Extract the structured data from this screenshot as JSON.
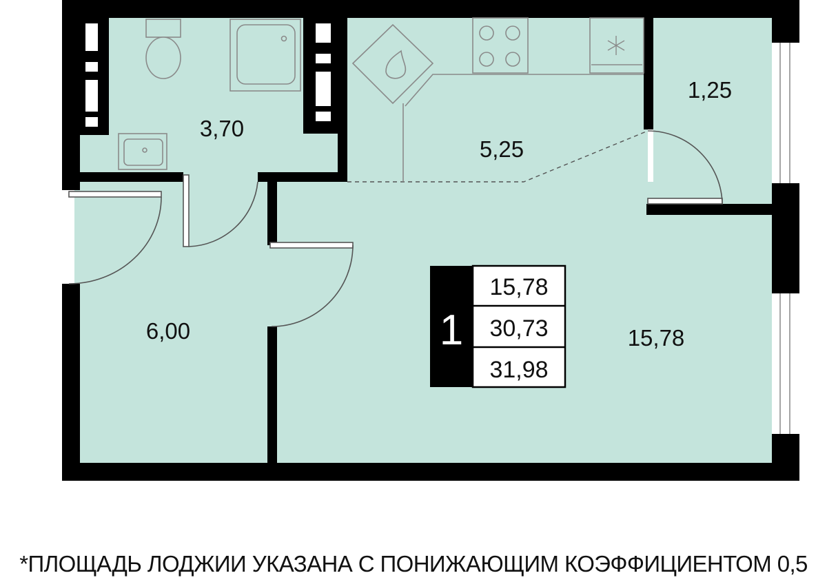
{
  "plan": {
    "floor_color": "#c4e4dc",
    "wall_color": "#000000",
    "rooms": {
      "bathroom_area": "3,70",
      "kitchen_area": "5,25",
      "loggia_area": "1,25",
      "hallway_area": "6,00",
      "living_area": "15,78"
    },
    "legend": {
      "rooms_count": "1",
      "living_area": "15,78",
      "total_area": "30,73",
      "total_with_loggia": "31,98"
    }
  },
  "footnote": "*ПЛОЩАДЬ ЛОДЖИИ УКАЗАНА С ПОНИЖАЮЩИМ КОЭФФИЦИЕНТОМ 0,5"
}
